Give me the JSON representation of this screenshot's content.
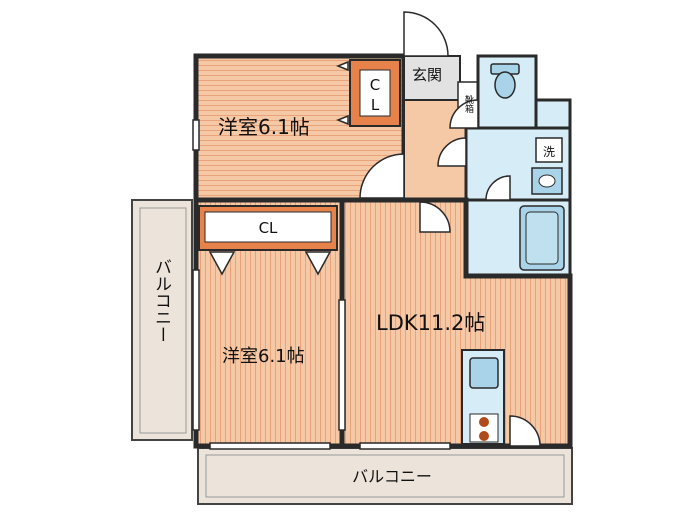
{
  "rooms": {
    "western_room_upper": "洋室6.1帖",
    "western_room_lower": "洋室6.1帖",
    "ldk": "LDK11.2帖",
    "entrance": "玄関",
    "shoe_box": "靴箱",
    "closet_upper": "CL",
    "closet_lower": "CL",
    "washroom": "洗",
    "balcony_west": "バルコニー",
    "balcony_south": "バルコニー"
  },
  "colors": {
    "room_floor": "#f6c9a6",
    "room_stripe": "#e9a27a",
    "closet": "#e7834a",
    "wet_area": "#d6ecf6",
    "fixture": "#a9d3e8",
    "balcony": "#ece4db",
    "entrance_floor": "#e2e2e2",
    "wall": "#2a2a2a"
  }
}
